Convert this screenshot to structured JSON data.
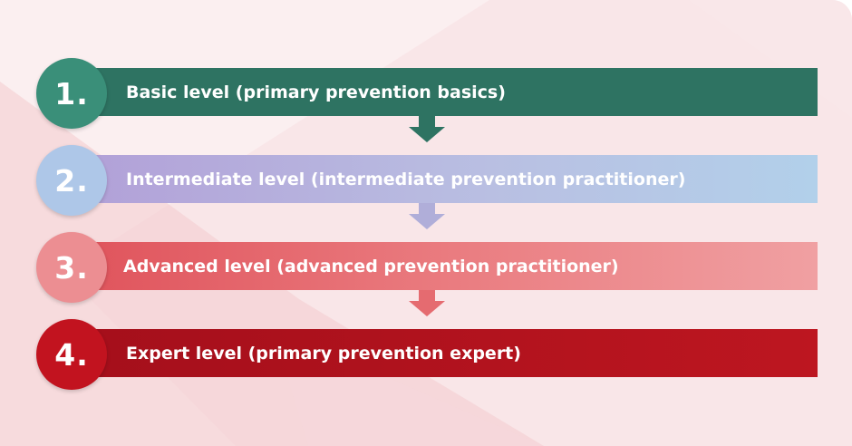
{
  "steps": [
    {
      "number": "1.",
      "label": "Basic level (primary prevention basics)",
      "color": "#2e7362"
    },
    {
      "number": "2.",
      "label": "Intermediate level (intermediate prevention practitioner)",
      "color": "#b2c3e6"
    },
    {
      "number": "3.",
      "label": "Advanced level (advanced prevention practitioner)",
      "color": "#e8777b"
    },
    {
      "number": "4.",
      "label": "Expert level (primary prevention expert)",
      "color": "#b3141e"
    }
  ],
  "arrow_colors": [
    "#2e7362",
    "#b0aed9",
    "#e56b70"
  ]
}
